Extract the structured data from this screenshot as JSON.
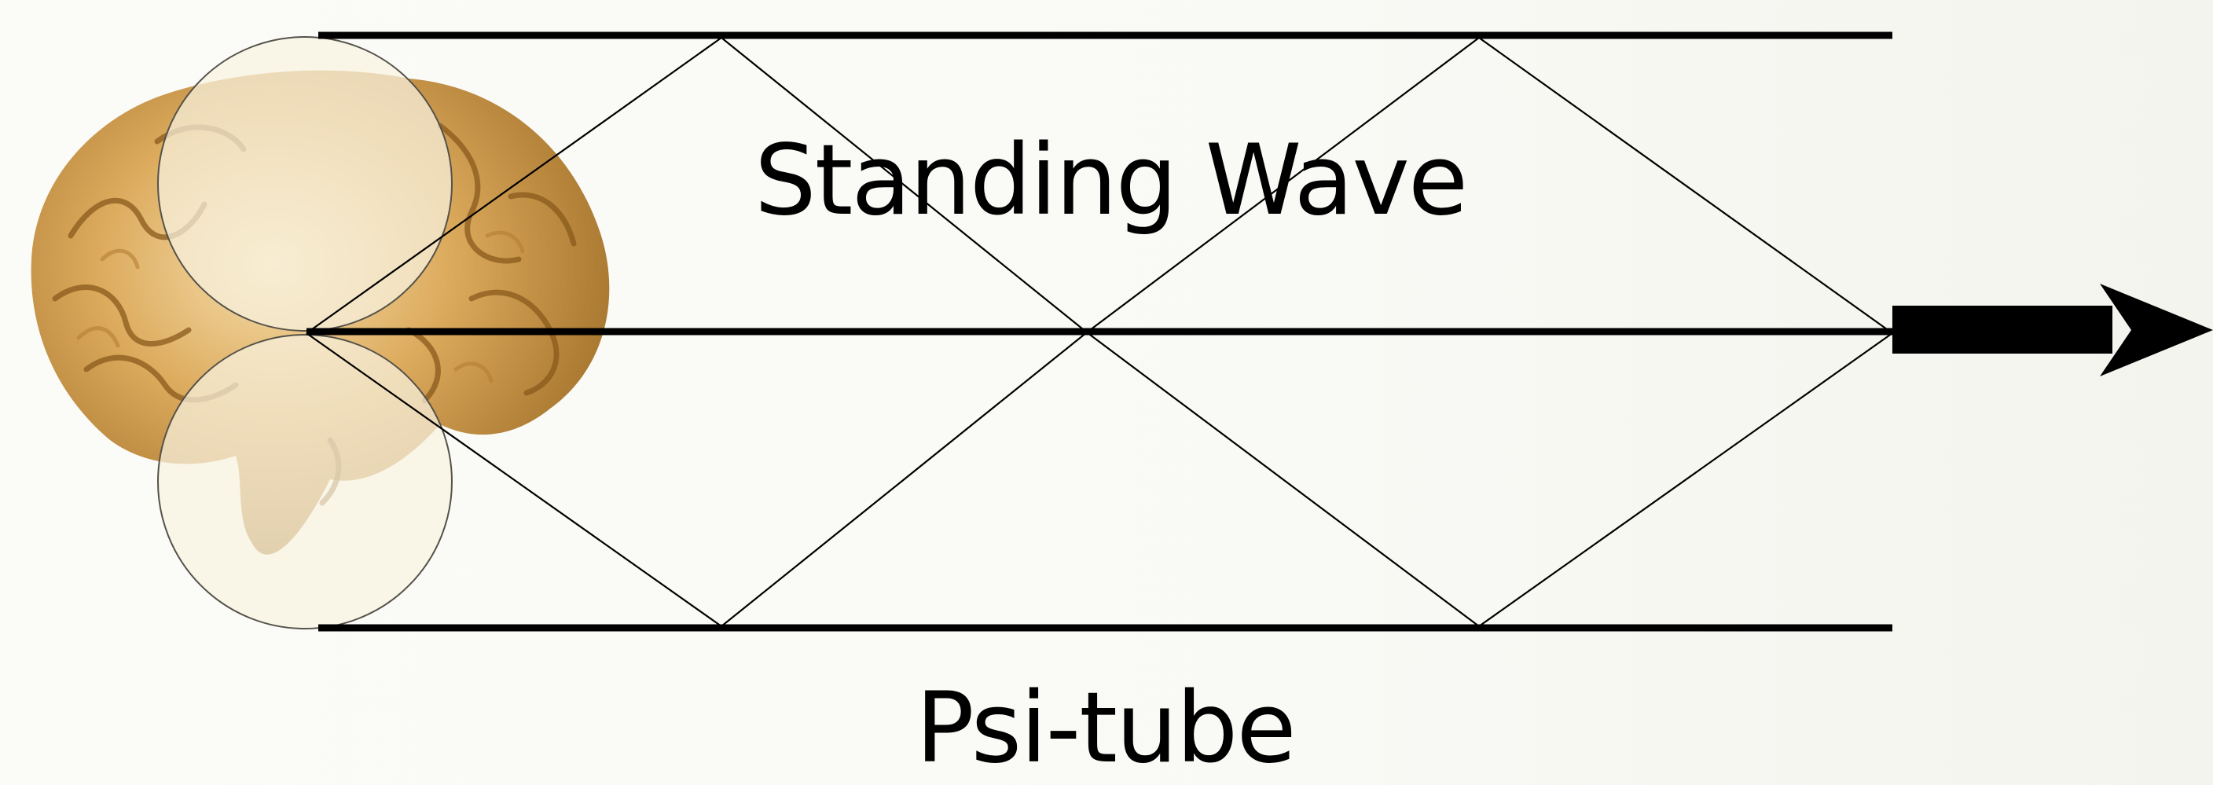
{
  "diagram": {
    "title": "Standing Wave",
    "caption": "Psi-tube"
  },
  "colors": {
    "ink": "#000000",
    "background": "#f9f9f5",
    "brain_base": "#c7923f",
    "brain_highlight": "#f3d79b",
    "circle_fill": "#f7f1dc"
  },
  "icons": [
    "brain-image",
    "arrow-right-icon"
  ]
}
